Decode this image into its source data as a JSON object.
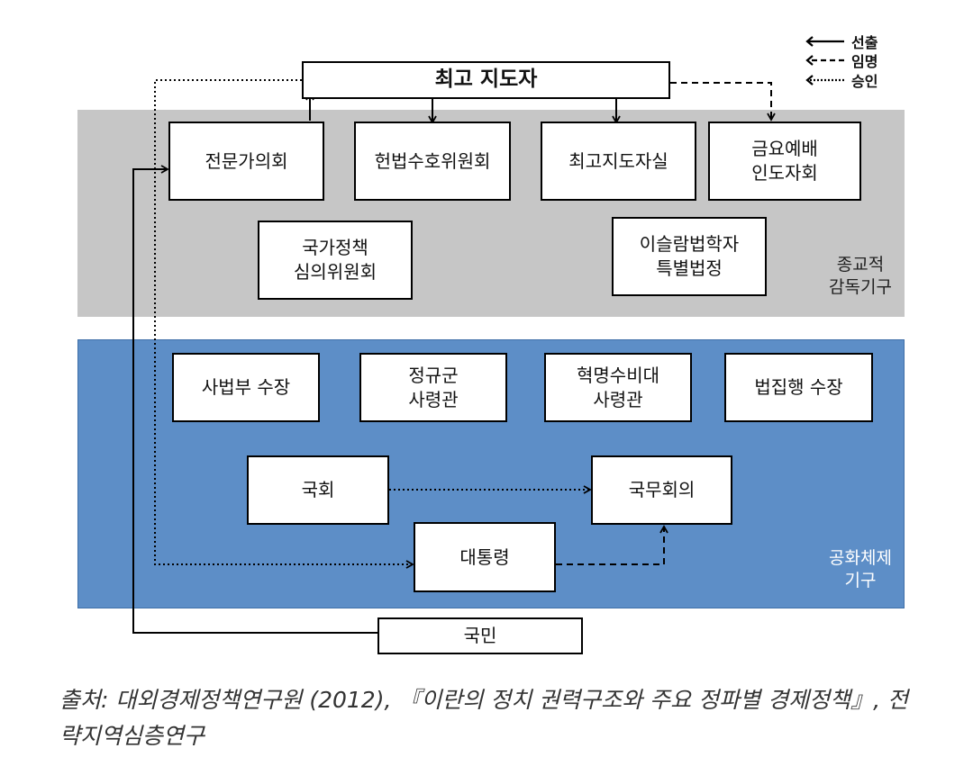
{
  "legend": {
    "election": "선출",
    "appointment": "임명",
    "approval": "승인"
  },
  "nodes": {
    "supreme_leader": "최고 지도자",
    "expediency_council": "전문가의회",
    "guardian_council": "헌법수호위원회",
    "leader_office": "최고지도자실",
    "friday_prayer": "금요예배\n인도자회",
    "policy_council": "국가정책\n심의위원회",
    "special_court": "이슬람법학자\n특별법정",
    "judiciary_head": "사법부 수장",
    "army_commander": "정규군\n사령관",
    "irgc_commander": "혁명수비대\n사령관",
    "law_enforcement_head": "법집행 수장",
    "parliament": "국회",
    "cabinet": "국무회의",
    "president": "대통령",
    "people": "국민"
  },
  "regions": {
    "religious": "종교적\n감독기구",
    "republic": "공화체제\n기구"
  },
  "caption": "출처: 대외경제정책연구원 (2012), 『이란의 정치 권력구조와 주요 정파별 경제정책』, 전략지역심층연구"
}
